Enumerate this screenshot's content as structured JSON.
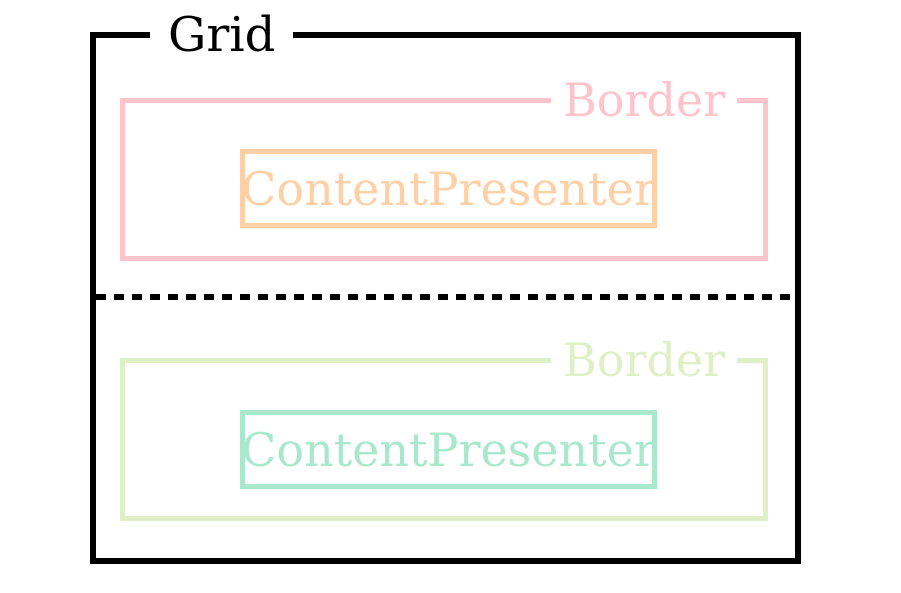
{
  "diagram": {
    "background": "#ffffff",
    "grid": {
      "label": "Grid",
      "border_color": "#000000"
    },
    "separator": {
      "style": "dashed",
      "color": "#000000"
    },
    "rows": [
      {
        "border": {
          "label": "Border",
          "color": "#ffc3cc"
        },
        "content": {
          "label": "ContentPresenter",
          "color": "#ffcfa6"
        }
      },
      {
        "border": {
          "label": "Border",
          "color": "#e0f0c6"
        },
        "content": {
          "label": "ContentPresenter",
          "color": "#a9e8cc"
        }
      }
    ]
  }
}
